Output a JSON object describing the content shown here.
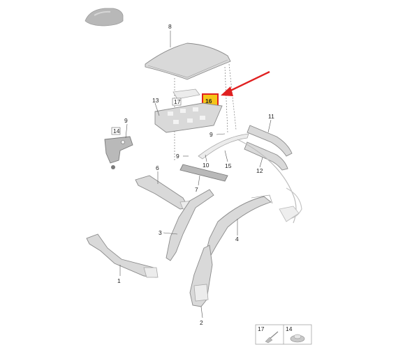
{
  "callouts": {
    "c8": "8",
    "c16": "16",
    "c13": "13",
    "c17": "17",
    "c9a": "9",
    "c14": "14",
    "c9b": "9",
    "c9c": "9",
    "c11": "11",
    "c10": "10",
    "c15": "15",
    "c12": "12",
    "c6": "6",
    "c7": "7",
    "c3": "3",
    "c4": "4",
    "c1": "1",
    "c2": "2"
  },
  "legend": {
    "item17": "17",
    "item14": "14"
  },
  "colors": {
    "highlight_fill": "#f5c518",
    "highlight_border": "#e02020",
    "arrow": "#e02020"
  }
}
